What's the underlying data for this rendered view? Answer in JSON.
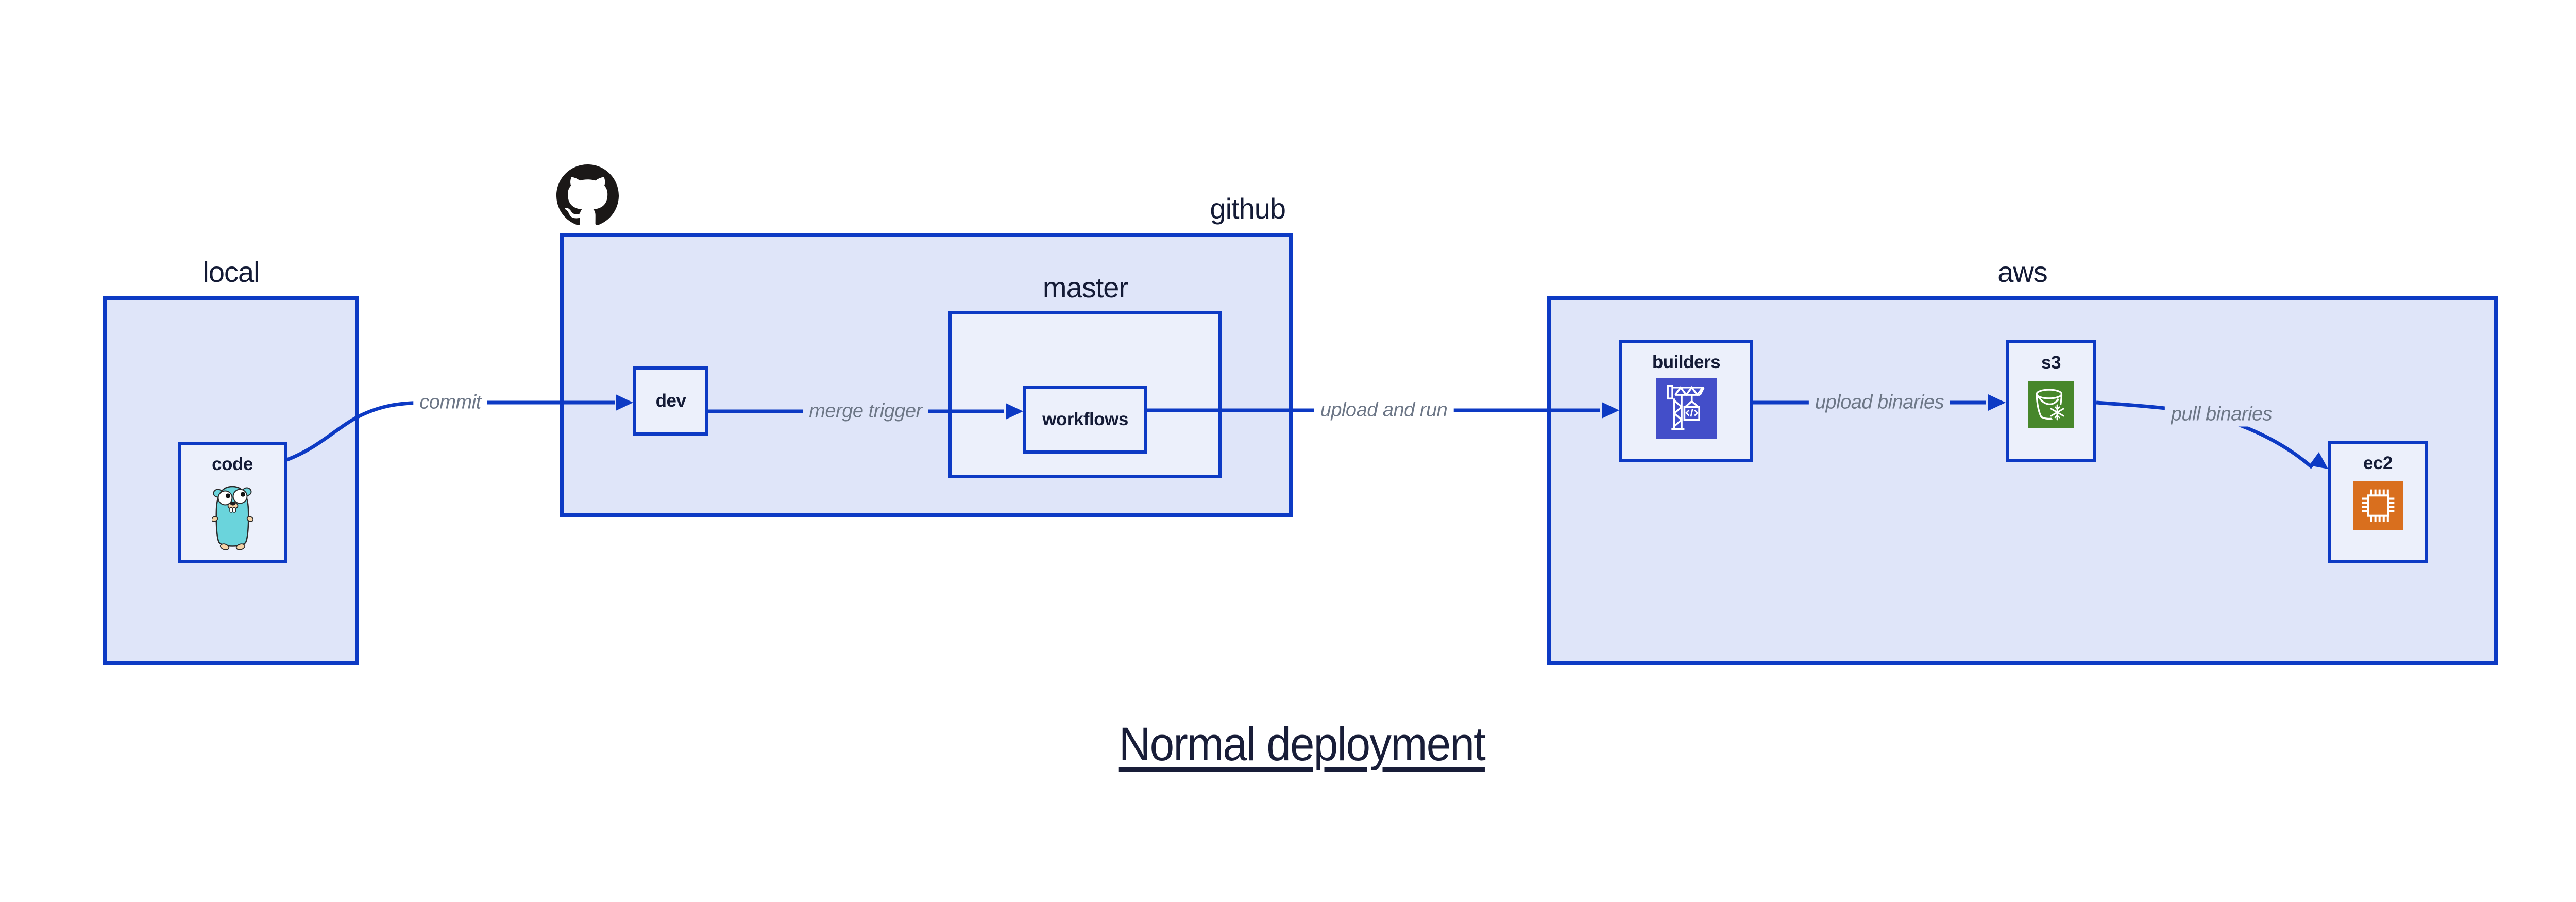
{
  "title": {
    "text": "Normal deployment"
  },
  "containers": {
    "local": {
      "label": "local"
    },
    "github": {
      "label": "github"
    },
    "master": {
      "label": "master"
    },
    "aws": {
      "label": "aws"
    }
  },
  "nodes": {
    "code": {
      "label": "code",
      "icon": "go-gopher-icon"
    },
    "dev": {
      "label": "dev"
    },
    "workflows": {
      "label": "workflows"
    },
    "builders": {
      "label": "builders",
      "icon": "codebuild-crane-icon"
    },
    "s3": {
      "label": "s3",
      "icon": "s3-glacier-bucket-snowflake-icon"
    },
    "ec2": {
      "label": "ec2",
      "icon": "ec2-chip-icon"
    }
  },
  "edges": [
    {
      "from": "code",
      "to": "dev",
      "label": "commit"
    },
    {
      "from": "dev",
      "to": "workflows",
      "label": "merge trigger"
    },
    {
      "from": "workflows",
      "to": "builders",
      "label": "upload and run"
    },
    {
      "from": "builders",
      "to": "s3",
      "label": "upload binaries"
    },
    {
      "from": "s3",
      "to": "ec2",
      "label": "pull binaries"
    }
  ],
  "logo": {
    "icon": "github-octocat-icon"
  },
  "colors": {
    "page-bg": "#ffffff",
    "accent-blue": "#0d3ac4",
    "container-fill": "#dfe5f9",
    "node-fill": "#ecf0fb",
    "text-navy": "#141b36",
    "edge-label-gray": "#6d7787",
    "title-color": "#181d38",
    "octocat-black": "#1b1817",
    "codebuild-bg": "#434ec9",
    "s3-green": "#47872b",
    "ec2-orange": "#d96f1e",
    "gopher-teal": "#6ad4dc"
  }
}
